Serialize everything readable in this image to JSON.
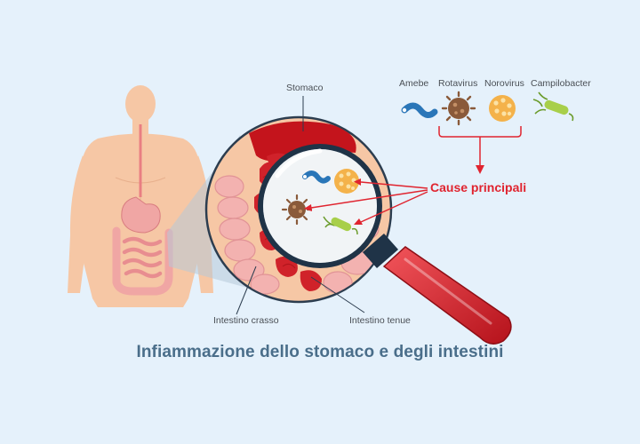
{
  "title": "Infiammazione dello stomaco e degli intestini",
  "labels": {
    "stomach": "Stomaco",
    "large_intestine": "Intestino crasso",
    "small_intestine": "Intestino tenue",
    "main_causes": "Cause principali"
  },
  "pathogens": [
    {
      "name": "Amebe",
      "icon": "amoeba-icon"
    },
    {
      "name": "Rotavirus",
      "icon": "rotavirus-icon"
    },
    {
      "name": "Norovirus",
      "icon": "norovirus-icon"
    },
    {
      "name": "Campilobacter",
      "icon": "campylobacter-icon"
    }
  ],
  "colors": {
    "background": "#e5f1fb",
    "skin": "#f6c7a5",
    "intestine": "#f0a6a4",
    "inflamed": "#c4141c",
    "cause_text": "#e0242f",
    "title": "#4a6e8a"
  }
}
